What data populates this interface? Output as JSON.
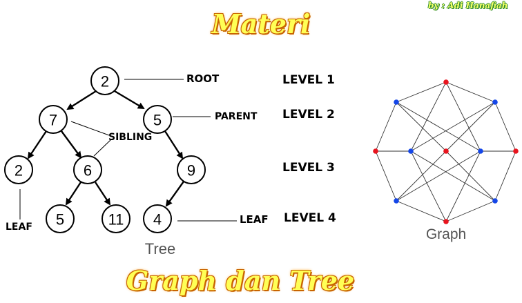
{
  "header": {
    "author": "by : Adi Hanafiah",
    "title": "Materi"
  },
  "footer": {
    "subtitle": "Graph dan Tree"
  },
  "tree": {
    "caption": "Tree",
    "nodes": [
      {
        "id": "n2root",
        "value": "2"
      },
      {
        "id": "n7",
        "value": "7"
      },
      {
        "id": "n5",
        "value": "5"
      },
      {
        "id": "n2leaf",
        "value": "2"
      },
      {
        "id": "n6",
        "value": "6"
      },
      {
        "id": "n9",
        "value": "9"
      },
      {
        "id": "n5leaf",
        "value": "5"
      },
      {
        "id": "n11",
        "value": "11"
      },
      {
        "id": "n4",
        "value": "4"
      }
    ],
    "labels": {
      "root": "ROOT",
      "parent": "PARENT",
      "sibling": "SIBLING",
      "leaf_left": "LEAF",
      "leaf_right": "LEAF"
    },
    "levels": [
      "LEVEL 1",
      "LEVEL 2",
      "LEVEL 3",
      "LEVEL 4"
    ]
  },
  "graph": {
    "caption": "Graph",
    "colors": {
      "red": "#e8141e",
      "blue": "#1446e8"
    }
  }
}
